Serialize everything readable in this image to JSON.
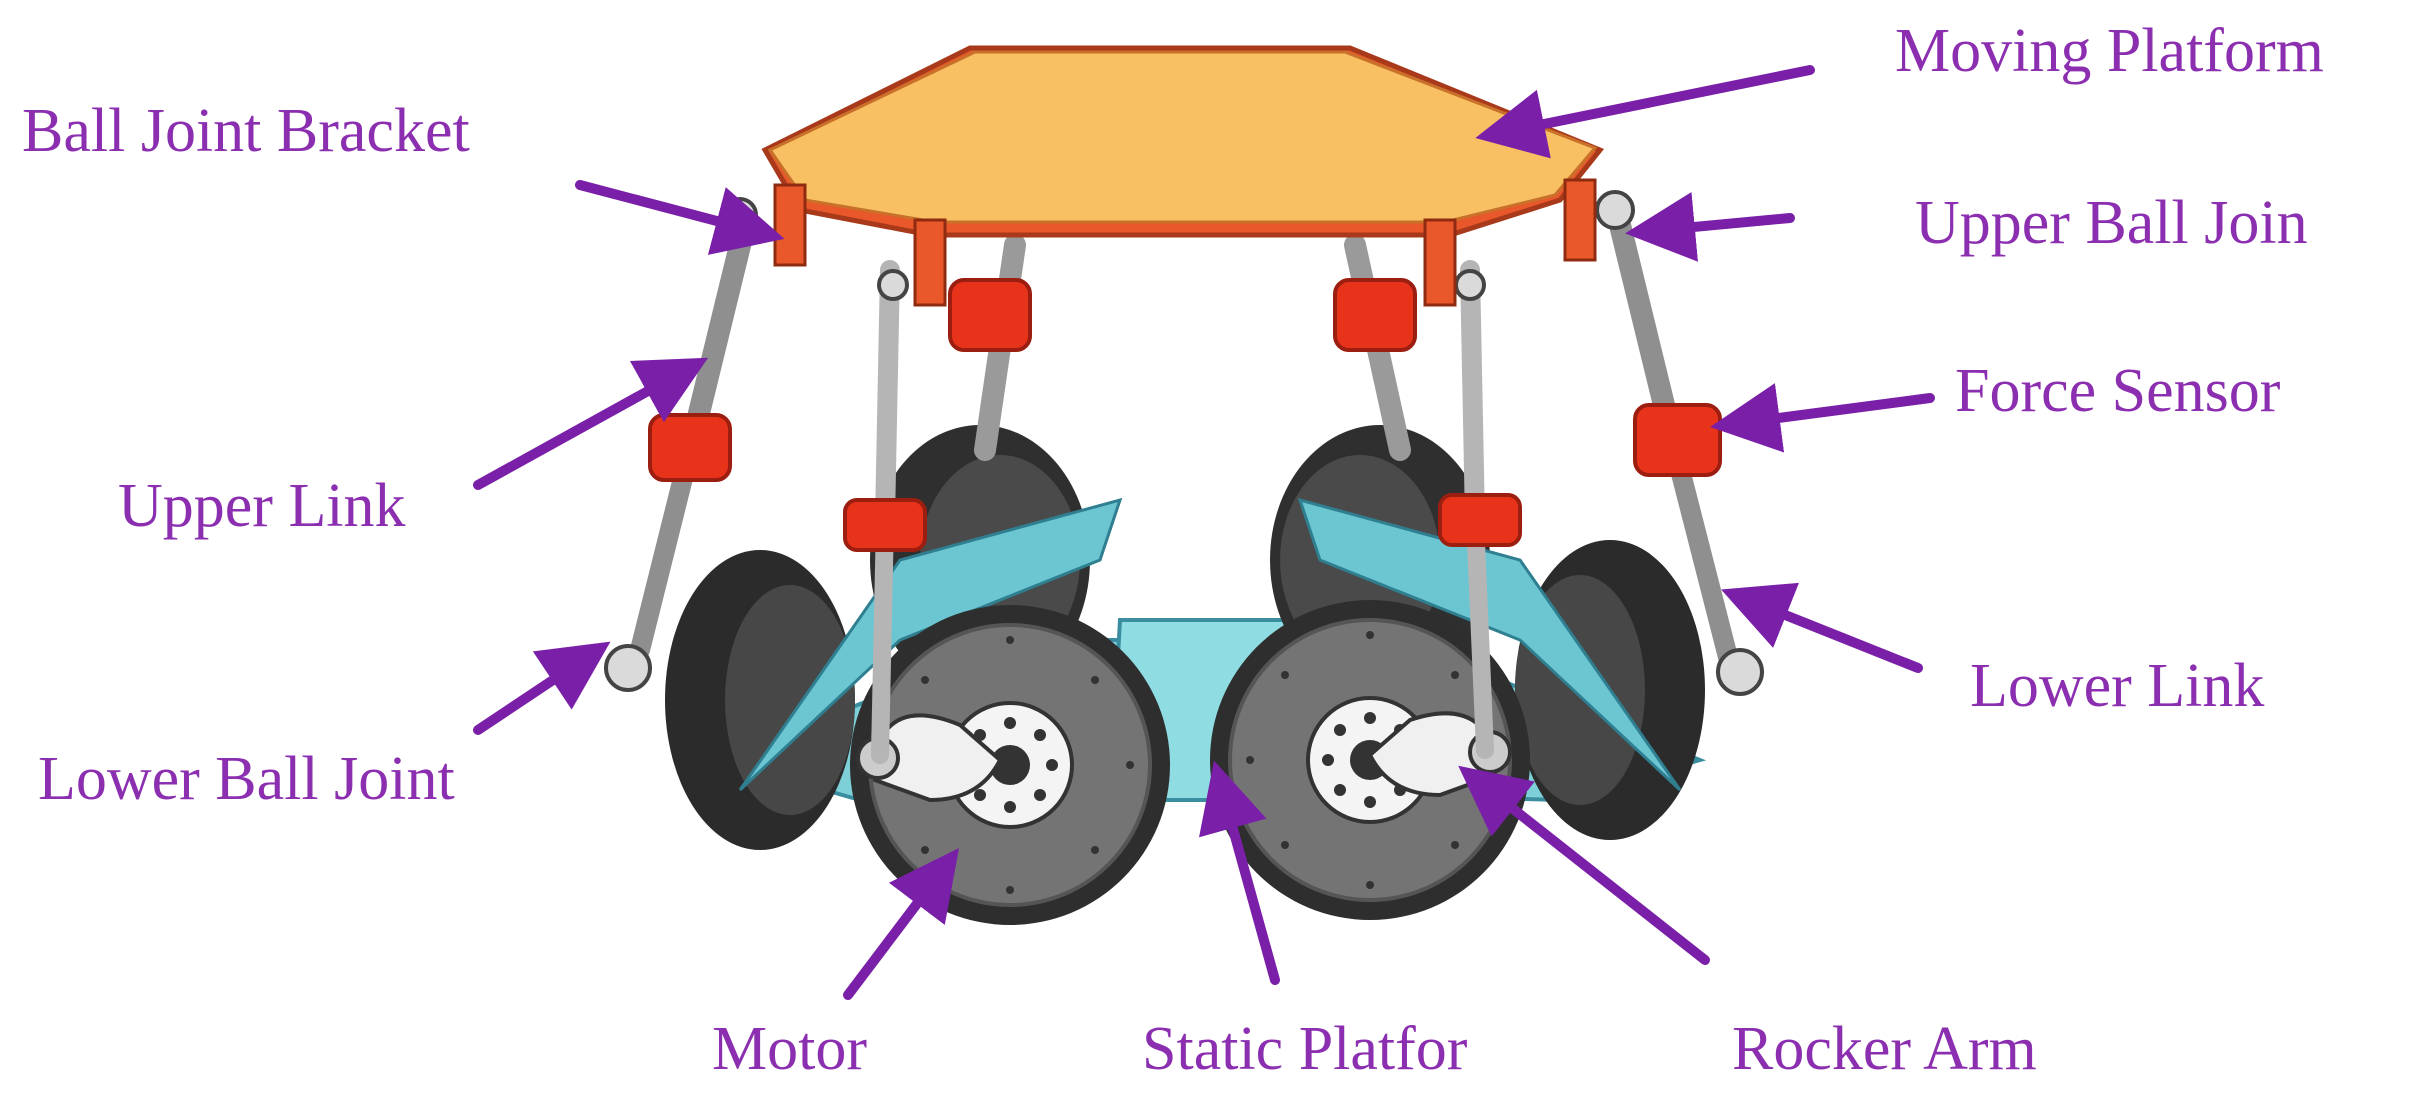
{
  "colors": {
    "label": "#8b2fb0",
    "arrow": "#7a1fa8",
    "platform_top": "#f8bf63",
    "platform_edge": "#e8582a",
    "force_sensor": "#e8331b",
    "base": "#7ed0d8",
    "wheel_dark": "#3a3a3a",
    "motor_face": "#777777",
    "link": "#9a9a9a"
  },
  "labels": {
    "moving_platform": "Moving Platform",
    "ball_joint_bracket": "Ball Joint Bracket",
    "upper_ball_joint": "Upper Ball Join",
    "force_sensor": "Force Sensor",
    "upper_link": "Upper Link",
    "lower_link": "Lower Link",
    "lower_ball_joint": "Lower Ball Joint",
    "motor": "Motor",
    "static_platform": "Static Platfor",
    "rocker_arm": "Rocker Arm"
  }
}
